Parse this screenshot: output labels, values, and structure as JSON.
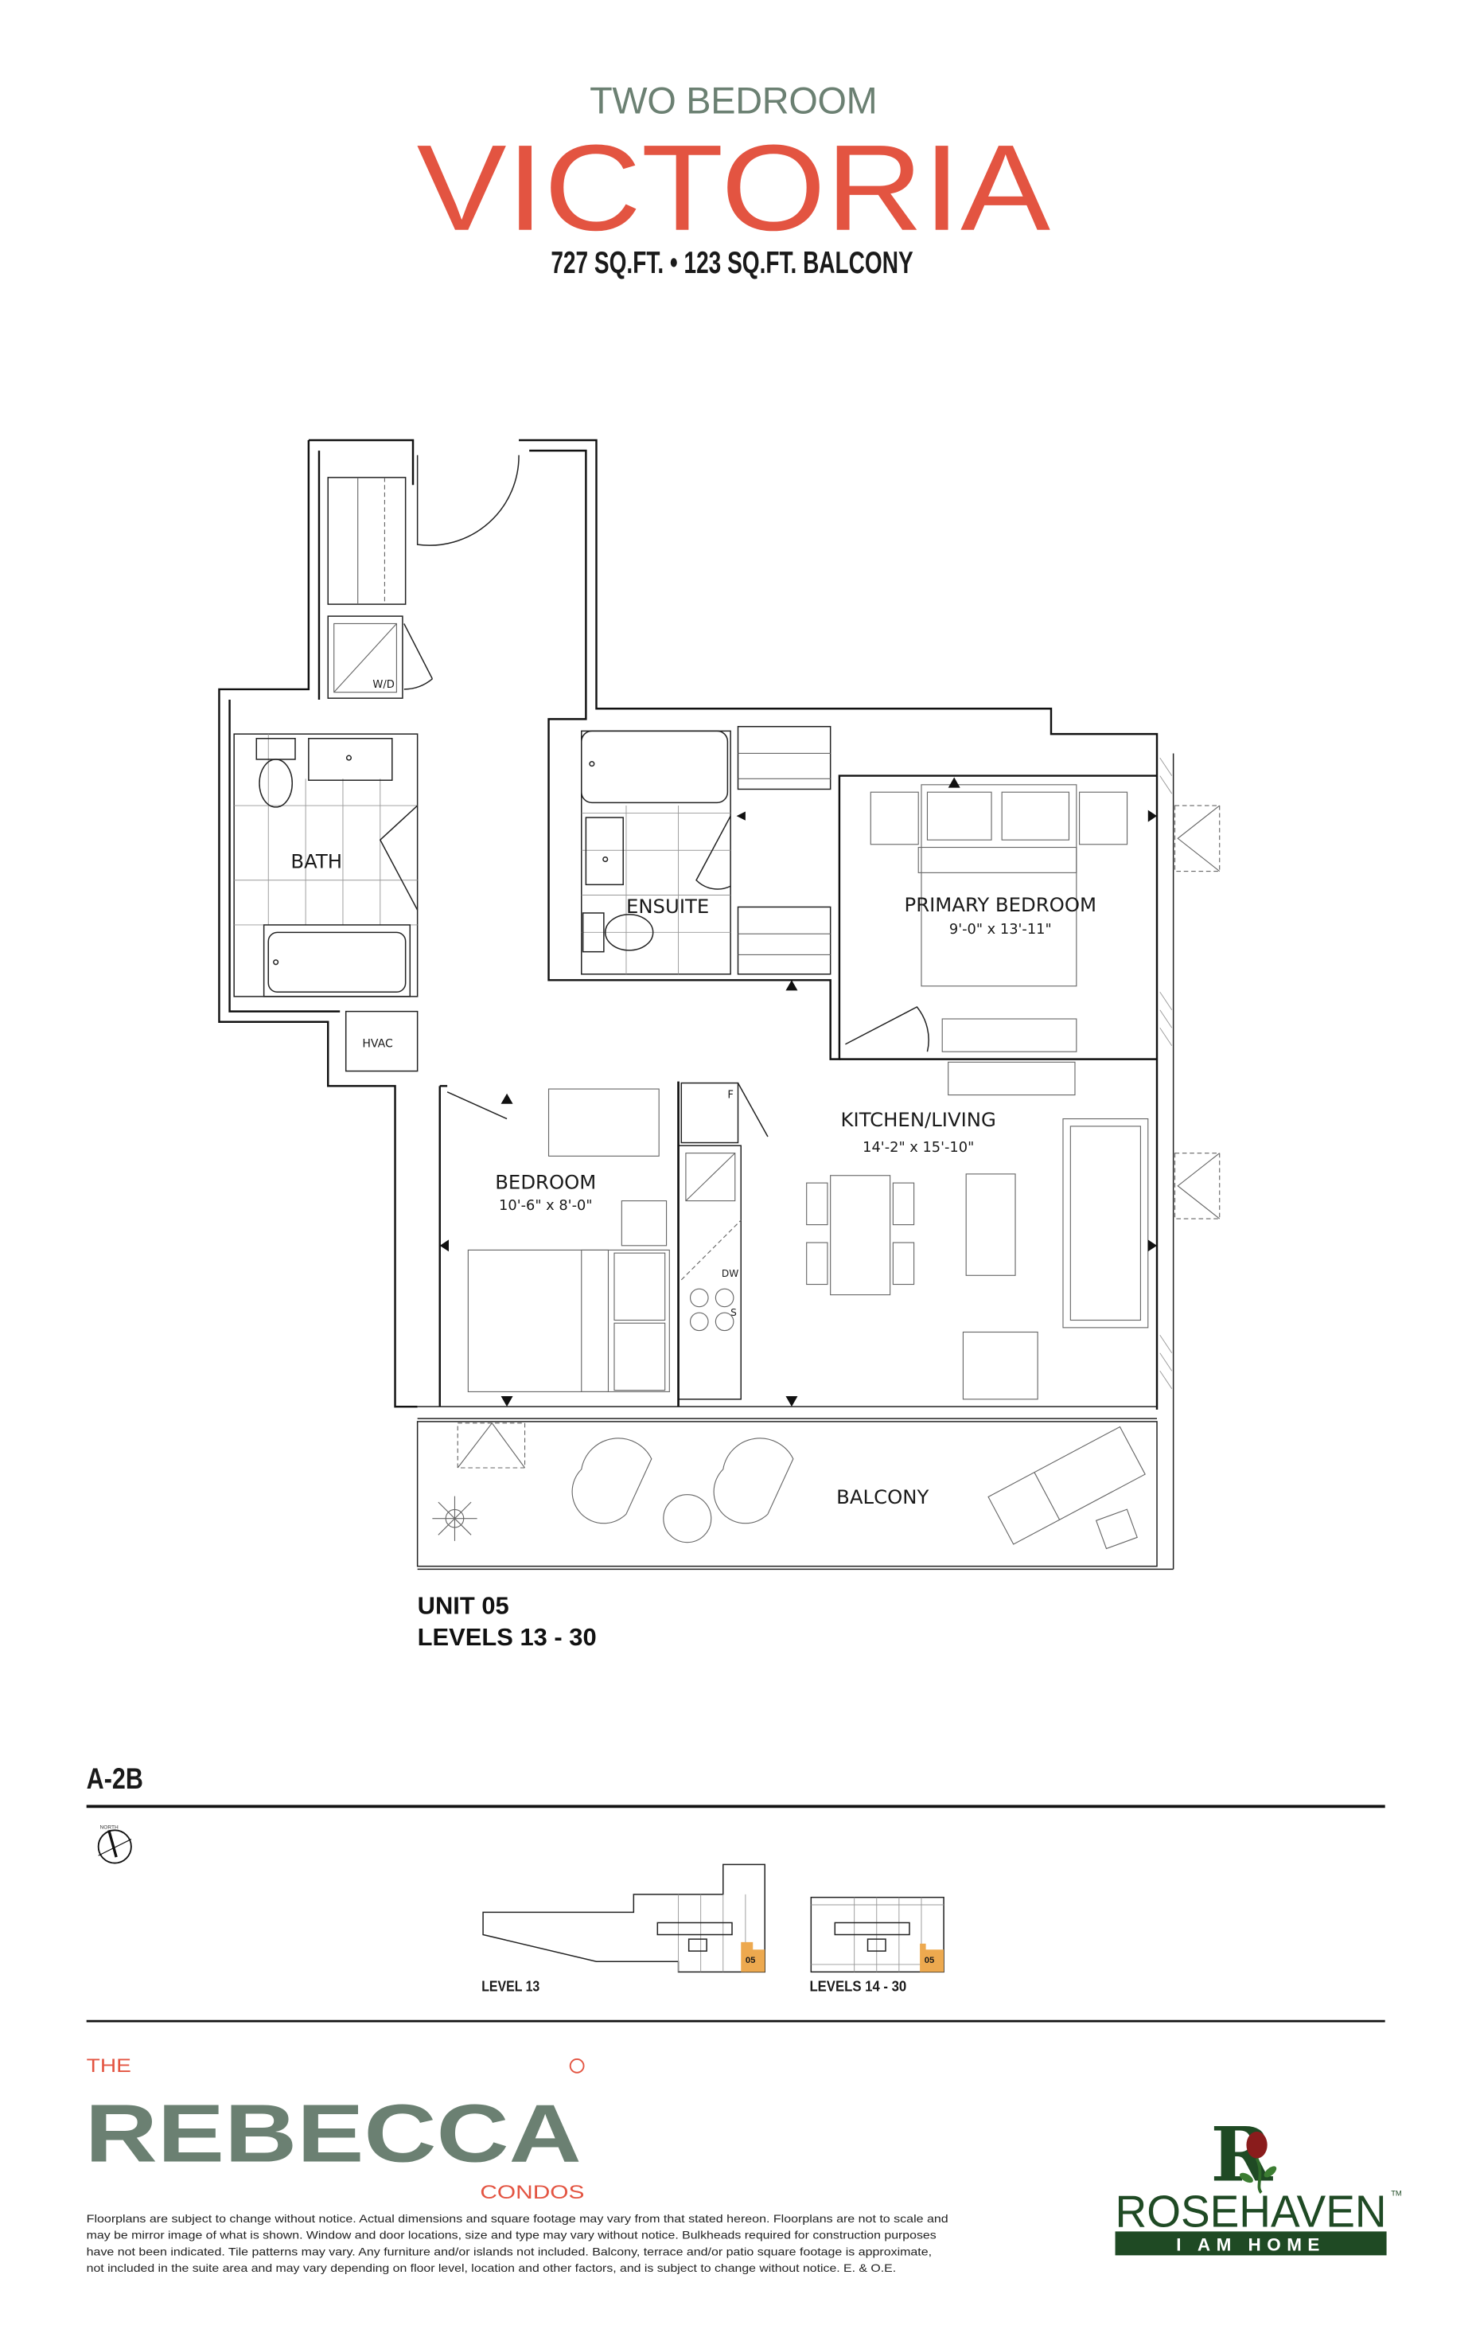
{
  "header": {
    "subtitle": "TWO BEDROOM",
    "title": "VICTORIA",
    "area": "727 SQ.FT. • 123 SQ.FT. BALCONY"
  },
  "rooms": {
    "bath": "BATH",
    "ensuite": "ENSUITE",
    "primary_bedroom": {
      "name": "PRIMARY BEDROOM",
      "dims": "9'-0\" x 13'-11\""
    },
    "kitchen_living": {
      "name": "KITCHEN/LIVING",
      "dims": "14'-2\" x 15'-10\""
    },
    "bedroom": {
      "name": "BEDROOM",
      "dims": "10'-6\" x 8'-0\""
    },
    "balcony": "BALCONY"
  },
  "fixtures": {
    "wd": "W/D",
    "hvac": "HVAC",
    "fridge": "F",
    "dishwasher": "DW",
    "sink": "S"
  },
  "unit": {
    "number": "UNIT 05",
    "levels": "LEVELS 13 - 30"
  },
  "plan_code": "A-2B",
  "compass": {
    "label": "NORTH"
  },
  "keyplans": [
    {
      "label": "LEVEL 13",
      "unit_tag": "05"
    },
    {
      "label": "LEVELS 14 - 30",
      "unit_tag": "05"
    }
  ],
  "brand": {
    "the": "THE",
    "name": "REBECCA",
    "condos": "CONDOS",
    "developer": "ROSEHAVEN",
    "tm": "TM",
    "tagline": "I AM HOME"
  },
  "disclaimer": [
    "Floorplans are subject to change without notice. Actual dimensions and square footage may vary from that stated hereon. Floorplans are not to scale and",
    "may be mirror image of what is shown. Window and door locations, size and type may vary without notice. Bulkheads required for construction purposes",
    "have not been indicated. Tile patterns may vary. Any furniture and/or islands not included. Balcony, terrace and/or patio square footage is approximate,",
    "not included in the suite area and may vary depending on floor level, location and other factors, and is subject to change without notice. E. & O.E."
  ],
  "colors": {
    "accent": "#e35441",
    "sage": "#6b8072",
    "developer_green": "#1f4a24",
    "keyplan_unit": "#eda94f"
  }
}
